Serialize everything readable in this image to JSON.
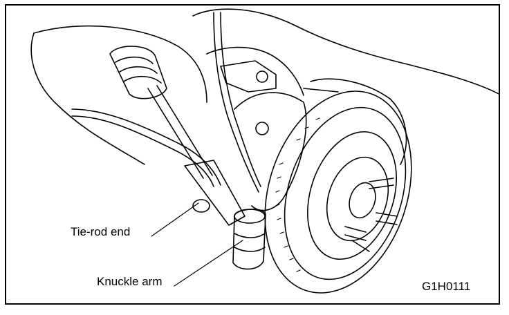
{
  "labels": {
    "tie_rod_end": "Tie-rod end",
    "knuckle_arm": "Knuckle arm"
  },
  "figure_code": "G1H0111",
  "colors": {
    "ink": "#000000",
    "paper": "#ffffff"
  }
}
